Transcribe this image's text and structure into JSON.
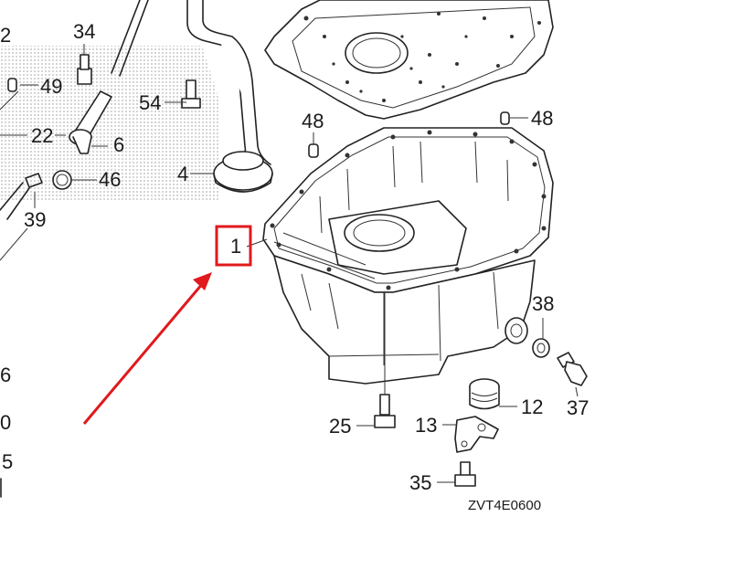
{
  "parts": [
    {
      "id": "label-2",
      "text": "2"
    },
    {
      "id": "label-34",
      "text": "34"
    },
    {
      "id": "label-49",
      "text": "49"
    },
    {
      "id": "label-54",
      "text": "54"
    },
    {
      "id": "label-22",
      "text": "22"
    },
    {
      "id": "label-6",
      "text": "6"
    },
    {
      "id": "label-46",
      "text": "46"
    },
    {
      "id": "label-4",
      "text": "4"
    },
    {
      "id": "label-39",
      "text": "39"
    },
    {
      "id": "label-48a",
      "text": "48"
    },
    {
      "id": "label-48b",
      "text": "48"
    },
    {
      "id": "label-1",
      "text": "1"
    },
    {
      "id": "label-38",
      "text": "38"
    },
    {
      "id": "label-37",
      "text": "37"
    },
    {
      "id": "label-12",
      "text": "12"
    },
    {
      "id": "label-13",
      "text": "13"
    },
    {
      "id": "label-25",
      "text": "25"
    },
    {
      "id": "label-35",
      "text": "35"
    },
    {
      "id": "label-edge-6",
      "text": "6"
    },
    {
      "id": "label-edge-0",
      "text": "0"
    },
    {
      "id": "label-edge-5",
      "text": "5"
    }
  ],
  "diagram_code": "ZVT4E0600",
  "highlight": {
    "color": "#e0191c"
  }
}
